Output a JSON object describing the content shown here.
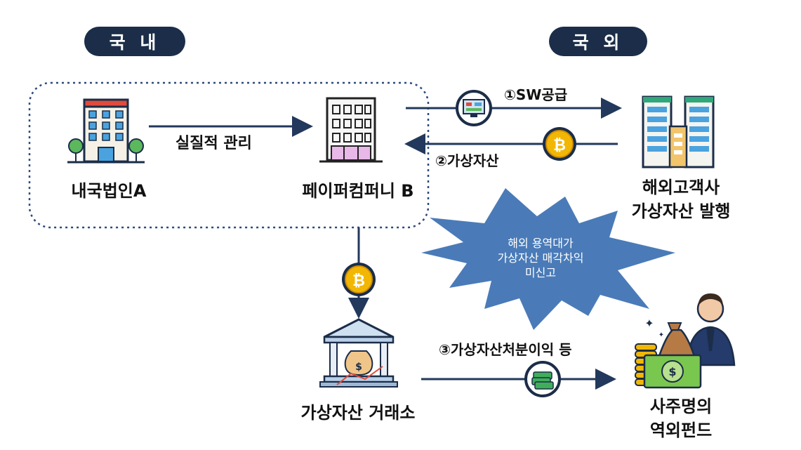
{
  "regions": {
    "domestic": "국 내",
    "overseas": "국 외"
  },
  "nodes": {
    "corp_a": "내국법인A",
    "paper_b": "페이퍼컴퍼니 B",
    "overseas_client": [
      "해외고객사",
      "가상자산 발행"
    ],
    "exchange": "가상자산 거래소",
    "fund": [
      "사주명의",
      "역외펀드"
    ]
  },
  "edges": {
    "management": "실질적 관리",
    "sw_supply": "①SW공급",
    "virtual_asset": "②가상자산",
    "disposal_gain": "③가상자산처분이익 등"
  },
  "burst": [
    "해외 용역대가",
    "가상자산 매각차익",
    "미신고"
  ],
  "colors": {
    "navy": "#1b2d48",
    "line": "#22385c",
    "burst": "#4a7bb8",
    "coin": "#f2b705"
  }
}
